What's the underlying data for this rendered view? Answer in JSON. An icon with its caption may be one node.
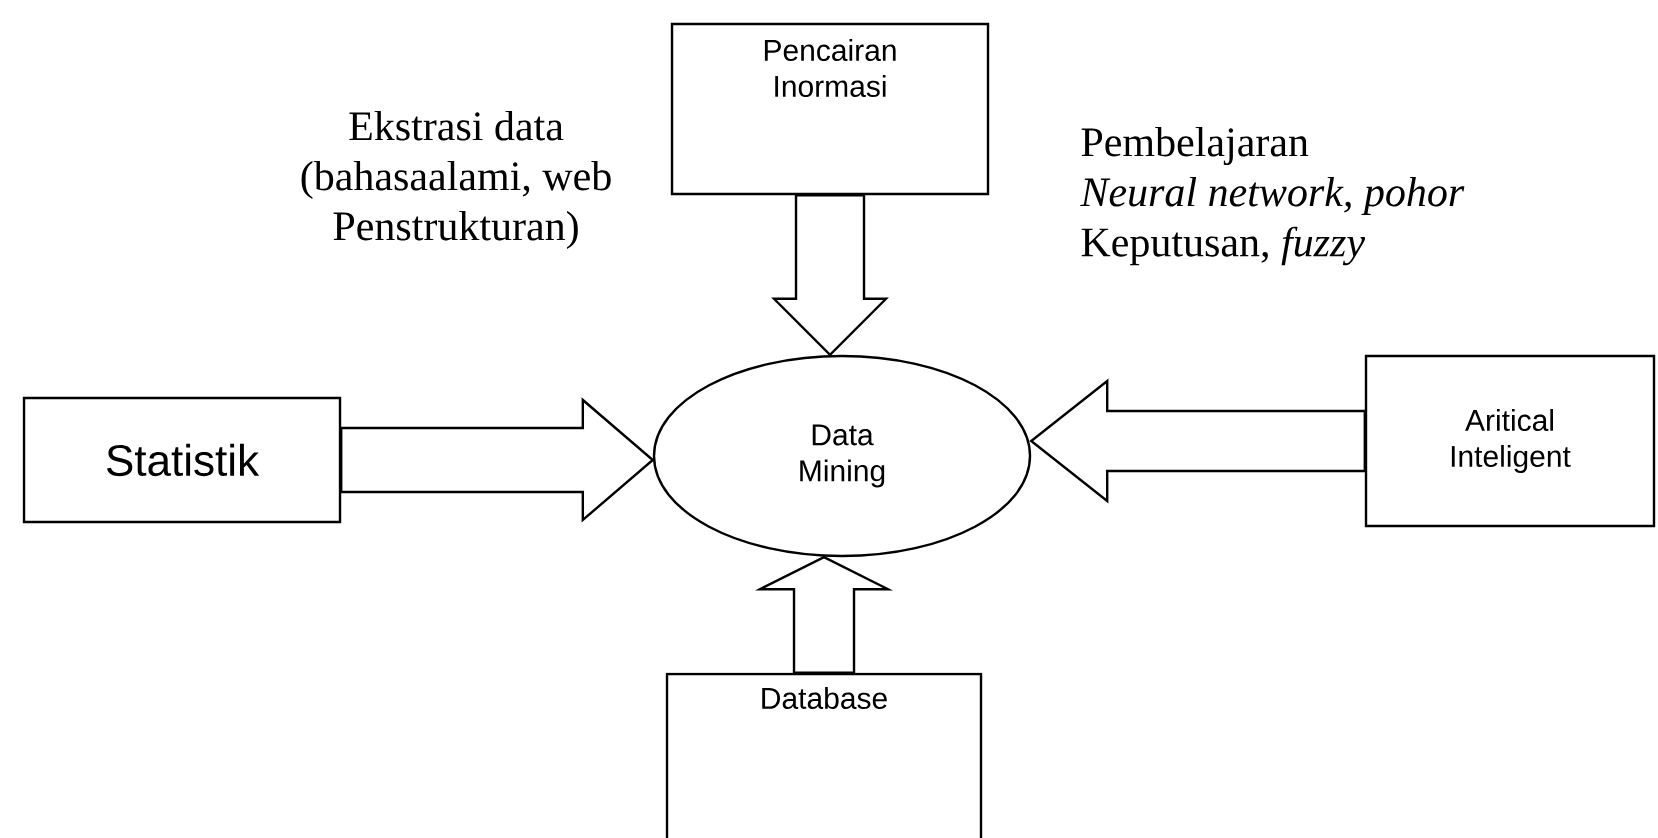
{
  "diagram": {
    "nodes": [
      {
        "text": [
          "Pencairan Inormasi"
        ]
      },
      {
        "text": [
          "Statistik"
        ]
      },
      {
        "text": [
          "Data Mining"
        ]
      },
      {
        "text": [
          "Aritical Inteligent"
        ]
      },
      {
        "text": [
          "Database"
        ]
      }
    ],
    "edges": [
      {
        "from": 0,
        "to": 2,
        "arrow": "to"
      },
      {
        "from": 1,
        "to": 2,
        "arrow": "to"
      },
      {
        "from": 3,
        "to": 2,
        "arrow": "to"
      },
      {
        "from": 4,
        "to": 2,
        "arrow": "to"
      }
    ],
    "labels": [
      "Ekstrasi data (bahasaalami, web Penstrukturan)",
      "Pembelajaran",
      "*Neural network, pohor*",
      "Keputusan, *fuzzy*"
    ]
  }
}
